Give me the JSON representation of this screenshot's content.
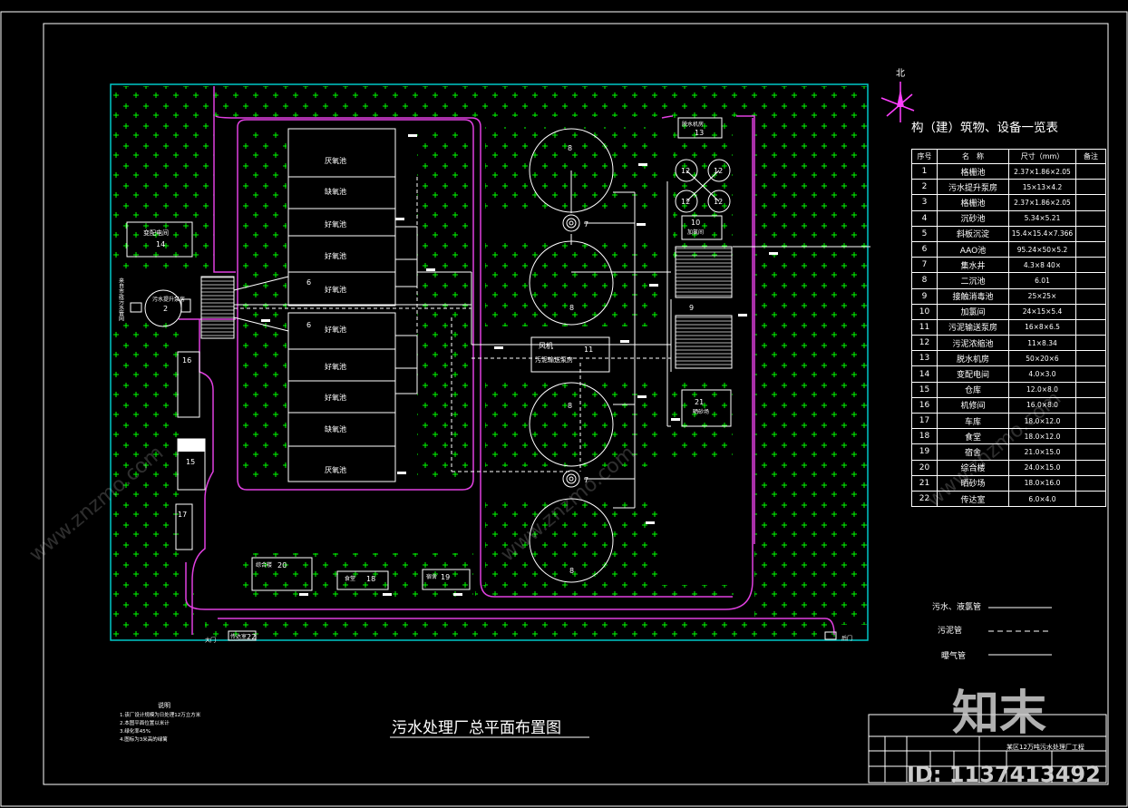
{
  "drawing_title": "污水处理厂总平面布置图",
  "north_label": "北",
  "table": {
    "title": "构（建）筑物、设备一览表",
    "headers": [
      "序号",
      "名　称",
      "尺寸（mm）",
      "备注"
    ],
    "rows": [
      [
        "1",
        "格栅池",
        "2.37×1.86×2.05",
        ""
      ],
      [
        "2",
        "污水提升泵房",
        "15×13×4.2",
        ""
      ],
      [
        "3",
        "格栅池",
        "2.37×1.86×2.05",
        ""
      ],
      [
        "4",
        "沉砂池",
        "5.34×5.21",
        ""
      ],
      [
        "5",
        "斜板沉淀",
        "15.4×15.4×7.366",
        ""
      ],
      [
        "6",
        "AAO池",
        "95.24×50×5.2",
        ""
      ],
      [
        "7",
        "集水井",
        "4.3×8 40×",
        ""
      ],
      [
        "8",
        "二沉池",
        "6.01",
        ""
      ],
      [
        "9",
        "接触消毒池",
        "25×25×",
        ""
      ],
      [
        "10",
        "加氯间",
        "24×15×5.4",
        ""
      ],
      [
        "11",
        "污泥输送泵房",
        "16×8×6.5",
        ""
      ],
      [
        "12",
        "污泥浓缩池",
        "11×8.34",
        ""
      ],
      [
        "13",
        "脱水机房",
        "50×20×6",
        ""
      ],
      [
        "14",
        "变配电间",
        "4.0×3.0",
        ""
      ],
      [
        "15",
        "仓库",
        "12.0×8.0",
        ""
      ],
      [
        "16",
        "机修间",
        "16.0×8.0",
        ""
      ],
      [
        "17",
        "车库",
        "18.0×12.0",
        ""
      ],
      [
        "18",
        "食堂",
        "18.0×12.0",
        ""
      ],
      [
        "19",
        "宿舍",
        "21.0×15.0",
        ""
      ],
      [
        "20",
        "综合楼",
        "24.0×15.0",
        ""
      ],
      [
        "21",
        "晒砂场",
        "18.0×16.0",
        ""
      ],
      [
        "22",
        "传达室",
        "6.0×4.0",
        ""
      ]
    ]
  },
  "legend": [
    {
      "label": "污水、液氯管",
      "style": "solid"
    },
    {
      "label": "污泥管",
      "style": "dashed"
    },
    {
      "label": "曝气管",
      "style": "solid"
    }
  ],
  "notes": {
    "title": "说明",
    "lines": [
      "1.该厂设计规模为日处理12万立方米",
      "2.本图平面位置以米计",
      "3.绿化率45%",
      "4.图标为3米高的绿篱"
    ]
  },
  "title_block": {
    "project": "某区12万吨污水处理厂工程"
  },
  "plan_labels": {
    "aao_left_top": [
      "厌氧池",
      "缺氧池",
      "好氧池",
      "好氧池",
      "好氧池"
    ],
    "aao_left_bottom": [
      "好氧池",
      "好氧池",
      "好氧池",
      "缺氧池",
      "厌氧池"
    ],
    "aao_no_top": "6",
    "aao_no_bottom": "6",
    "substation": "变配电间",
    "substation_no": "14",
    "pump": "污水提升泵房",
    "pump_no": "2",
    "inlet": "来自市政污水管网",
    "clarifier_no": "8",
    "well_no": "7",
    "sludge_room_line1": "风机",
    "sludge_room_line2": "污泥输送泵房",
    "sludge_room_no": "11",
    "dewater": "脱水机房",
    "dewater_no": "13",
    "thickener_no": "12",
    "chlorine": "加氯间",
    "chlorine_no": "10",
    "disinfect_no": "9",
    "sand": "晒砂场",
    "sand_no": "21",
    "b16": "16",
    "b15": "15",
    "b17": "17",
    "office": "综合楼",
    "office_no": "20",
    "canteen": "食堂",
    "canteen_no": "18",
    "dorm": "宿舍",
    "dorm_no": "19",
    "gate_main": "大门",
    "gatehouse": "传达室",
    "gatehouse_no": "22",
    "gate_back": "后门"
  },
  "watermark": {
    "brand": "知末",
    "id": "ID: 1137413492",
    "site": "www.znzmo.com"
  },
  "colors": {
    "background": "#000000",
    "border": "#ffffff",
    "site_boundary": "#00c8c8",
    "road": "#e040e0",
    "green_plus": "#00ff00",
    "table_text": "#ffffff"
  }
}
